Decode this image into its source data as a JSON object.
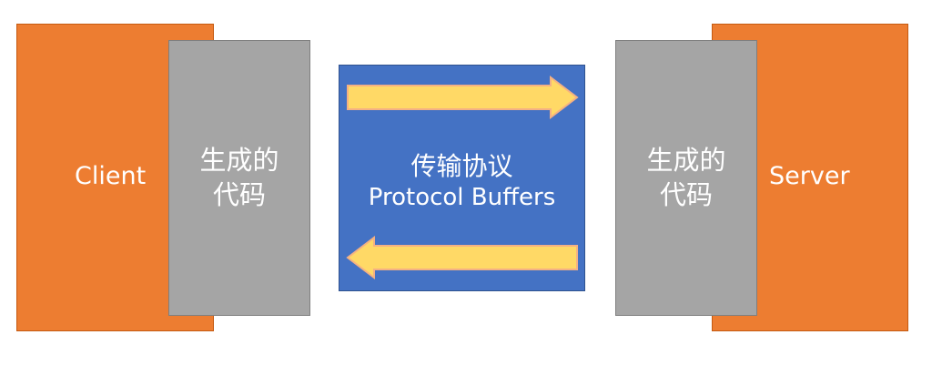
{
  "client": {
    "label": "Client"
  },
  "server": {
    "label": "Server"
  },
  "generated_code": {
    "client_label": "生成的\n代码",
    "server_label": "生成的\n代码"
  },
  "protocol": {
    "title": "传输协议",
    "subtitle": "Protocol Buffers"
  },
  "colors": {
    "orange": "#ED7D31",
    "gray": "#A5A5A5",
    "blue": "#4472C4",
    "arrow_fill": "#FFD966",
    "arrow_stroke": "#F4B183"
  }
}
